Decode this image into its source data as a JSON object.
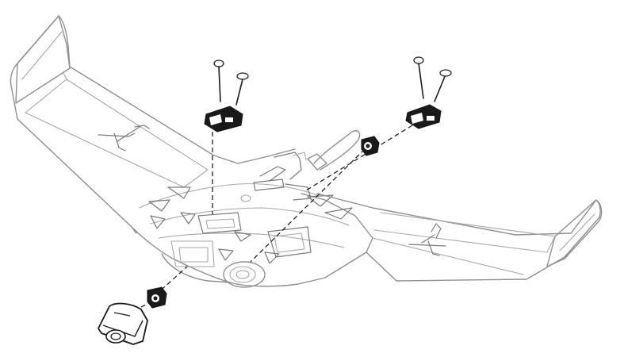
{
  "diagram": {
    "colors": {
      "airframe_line": "#8f8f8f",
      "component_fill": "#1a1a1a",
      "dashed_leader": "#222222",
      "background": "#ffffff"
    },
    "components": [
      "airframe",
      "vtx-module-left",
      "vtx-module-right",
      "fpv-camera-front",
      "fpv-camera-rear",
      "camera-canopy"
    ]
  }
}
